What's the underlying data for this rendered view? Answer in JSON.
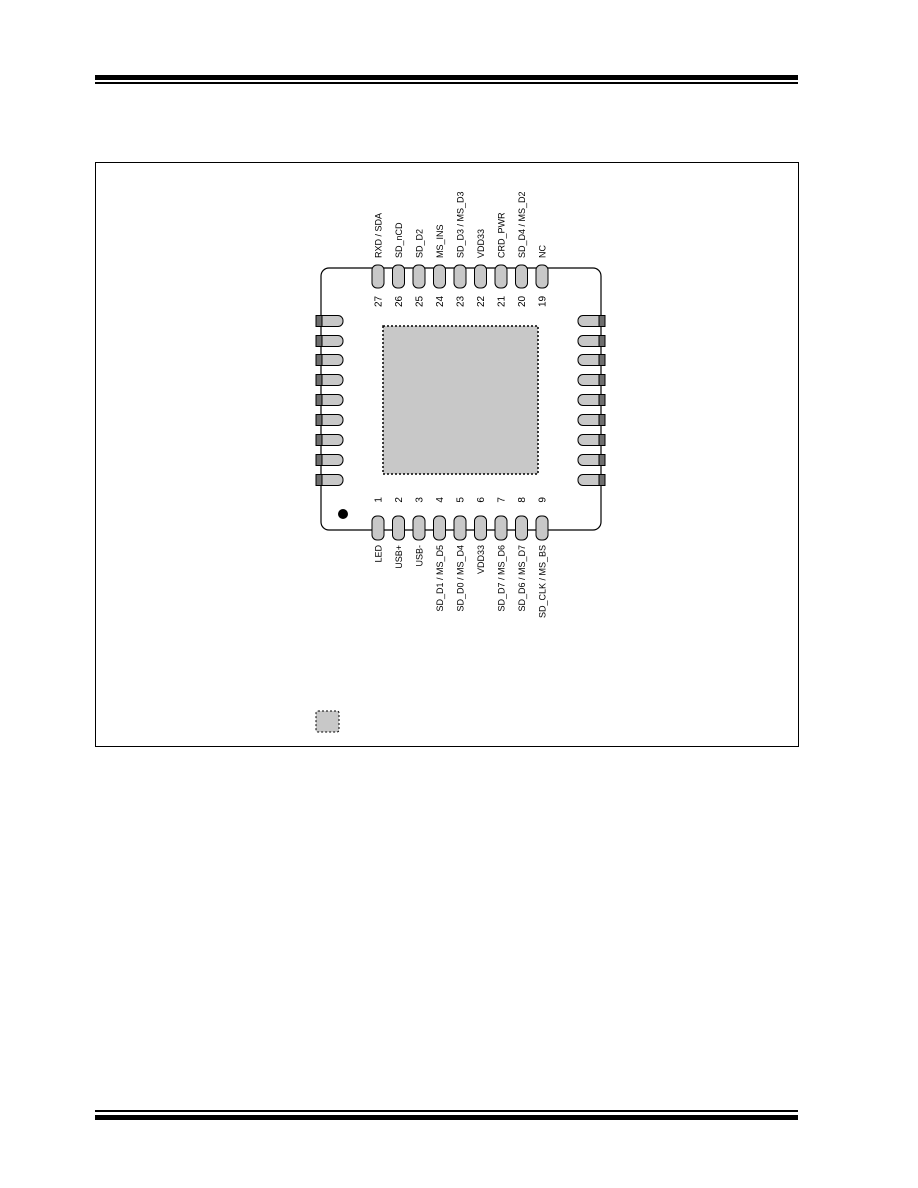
{
  "package": {
    "top_pins": [
      {
        "num": "27",
        "name": "RXD / SDA"
      },
      {
        "num": "26",
        "name": "SD_nCD"
      },
      {
        "num": "25",
        "name": "SD_D2"
      },
      {
        "num": "24",
        "name": "MS_INS"
      },
      {
        "num": "23",
        "name": "SD_D3 / MS_D3"
      },
      {
        "num": "22",
        "name": "VDD33"
      },
      {
        "num": "21",
        "name": "CRD_PWR"
      },
      {
        "num": "20",
        "name": "SD_D4 / MS_D2"
      },
      {
        "num": "19",
        "name": "NC"
      }
    ],
    "bottom_pins": [
      {
        "num": "1",
        "name": "LED"
      },
      {
        "num": "2",
        "name": "USB+"
      },
      {
        "num": "3",
        "name": "USB-"
      },
      {
        "num": "4",
        "name": "SD_D1 / MS_D5"
      },
      {
        "num": "5",
        "name": "SD_D0 / MS_D4"
      },
      {
        "num": "6",
        "name": "VDD33"
      },
      {
        "num": "7",
        "name": "SD_D7 / MS_D6"
      },
      {
        "num": "8",
        "name": "SD_D6 / MS_D7"
      },
      {
        "num": "9",
        "name": "SD_CLK / MS_BS"
      }
    ],
    "left_pin_count": 9,
    "right_pin_count": 9,
    "colors": {
      "pad_fill": "#c8c8c8",
      "pad_dark": "#6e6e6e",
      "outline": "#000000",
      "background": "#ffffff"
    }
  }
}
